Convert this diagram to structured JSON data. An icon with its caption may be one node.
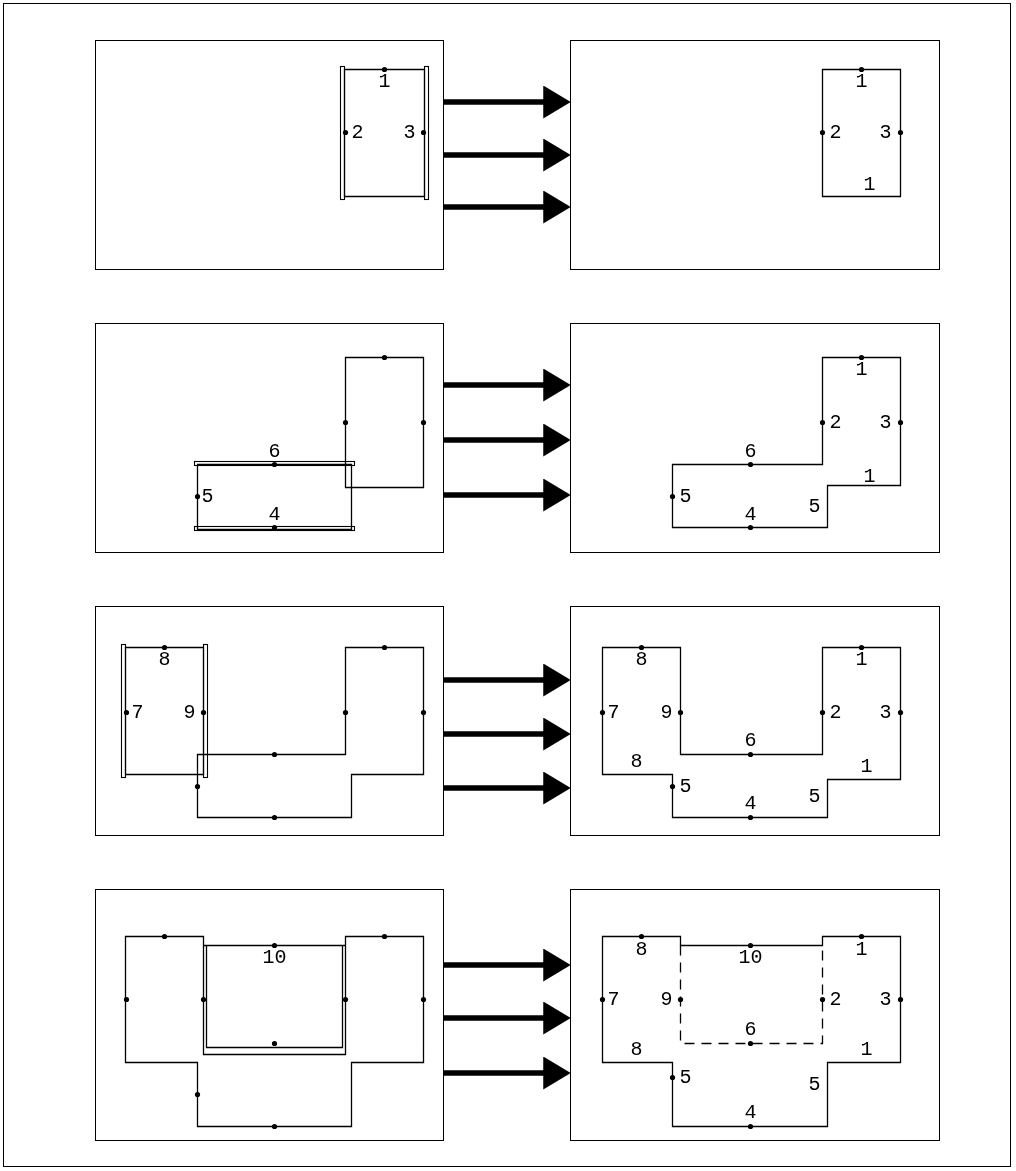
{
  "diagram": {
    "nodes": [
      {
        "text": [
          "1",
          "2",
          "3"
        ]
      },
      {
        "text": [
          "1",
          "2",
          "3",
          "1"
        ]
      },
      {
        "text": [
          "6",
          "5",
          "4"
        ]
      },
      {
        "text": [
          "1",
          "2",
          "3",
          "6",
          "1",
          "5",
          "5",
          "4"
        ]
      },
      {
        "text": [
          "8",
          "7",
          "9"
        ]
      },
      {
        "text": [
          "8",
          "1",
          "7",
          "9",
          "2",
          "3",
          "6",
          "8",
          "1",
          "5",
          "5",
          "4"
        ]
      },
      {
        "text": [
          "10"
        ]
      },
      {
        "text": [
          "8",
          "10",
          "1",
          "7",
          "9",
          "2",
          "3",
          "6",
          "8",
          "1",
          "5",
          "5",
          "4"
        ]
      }
    ],
    "edges": [
      {
        "from": 0,
        "to": 1,
        "arrow": "to"
      },
      {
        "from": 0,
        "to": 1,
        "arrow": "to"
      },
      {
        "from": 0,
        "to": 1,
        "arrow": "to"
      },
      {
        "from": 2,
        "to": 3,
        "arrow": "to"
      },
      {
        "from": 2,
        "to": 3,
        "arrow": "to"
      },
      {
        "from": 2,
        "to": 3,
        "arrow": "to"
      },
      {
        "from": 4,
        "to": 5,
        "arrow": "to"
      },
      {
        "from": 4,
        "to": 5,
        "arrow": "to"
      },
      {
        "from": 4,
        "to": 5,
        "arrow": "to"
      },
      {
        "from": 6,
        "to": 7,
        "arrow": "to"
      },
      {
        "from": 6,
        "to": 7,
        "arrow": "to"
      },
      {
        "from": 6,
        "to": 7,
        "arrow": "to"
      }
    ]
  }
}
